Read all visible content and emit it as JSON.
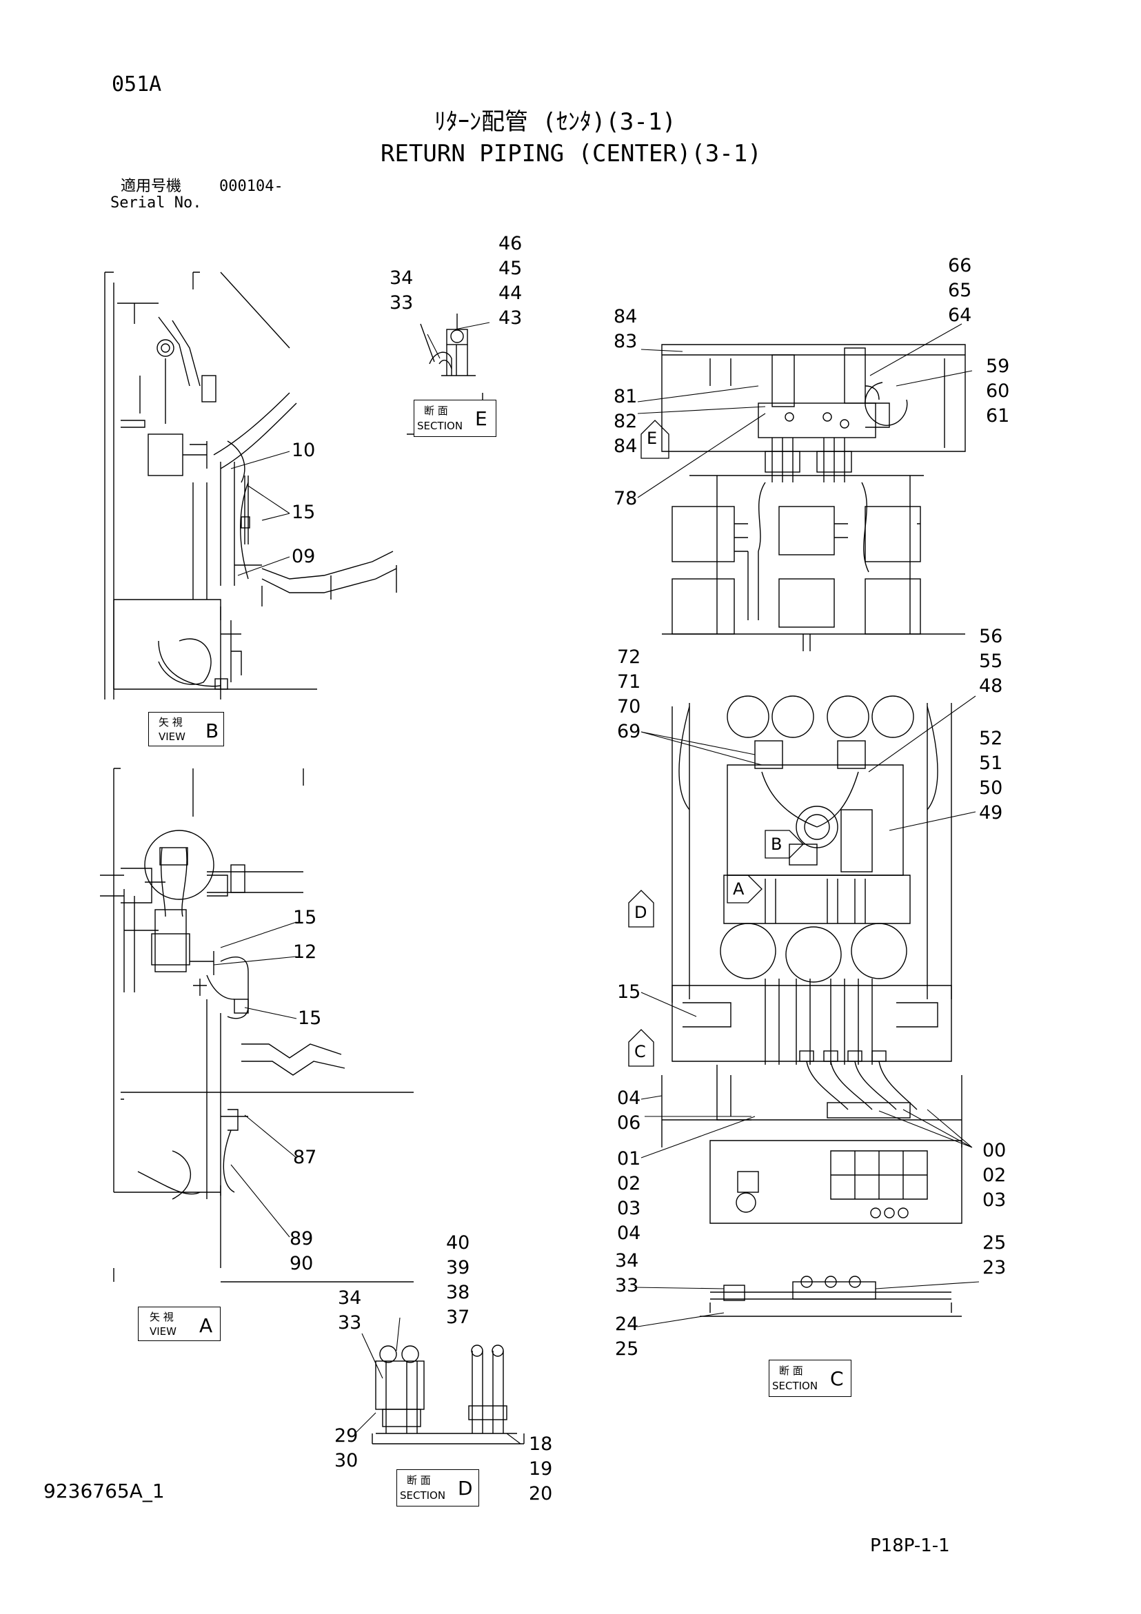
{
  "header": {
    "page_code": "051A",
    "title_jp": "ﾘﾀｰﾝ配管 (ｾﾝﾀ)(3-1)",
    "title_en": "RETURN PIPING (CENTER)(3-1)",
    "serial_label_jp": "適用号機",
    "serial_value": "000104-",
    "serial_label_en": "Serial No."
  },
  "footer": {
    "doc_number": "9236765A_1",
    "page_ref": "P18P-1-1"
  },
  "views": {
    "section_e": {
      "jp": "断 面",
      "en": "SECTION",
      "letter": "E"
    },
    "view_b": {
      "jp": "矢 視",
      "en": "VIEW",
      "letter": "B"
    },
    "view_a": {
      "jp": "矢 視",
      "en": "VIEW",
      "letter": "A"
    },
    "section_d": {
      "jp": "断 面",
      "en": "SECTION",
      "letter": "D"
    },
    "section_c": {
      "jp": "断 面",
      "en": "SECTION",
      "letter": "C"
    }
  },
  "arrow_markers": [
    "E",
    "B",
    "A",
    "D",
    "C"
  ],
  "callouts": [
    {
      "id": "c46",
      "text": "46"
    },
    {
      "id": "c45",
      "text": "45"
    },
    {
      "id": "c44",
      "text": "44"
    },
    {
      "id": "c43",
      "text": "43"
    },
    {
      "id": "c34a",
      "text": "34"
    },
    {
      "id": "c33a",
      "text": "33"
    },
    {
      "id": "c66",
      "text": "66"
    },
    {
      "id": "c65",
      "text": "65"
    },
    {
      "id": "c64",
      "text": "64"
    },
    {
      "id": "c84a",
      "text": "84"
    },
    {
      "id": "c83",
      "text": "83"
    },
    {
      "id": "c59",
      "text": "59"
    },
    {
      "id": "c60",
      "text": "60"
    },
    {
      "id": "c61",
      "text": "61"
    },
    {
      "id": "c81",
      "text": "81"
    },
    {
      "id": "c82",
      "text": "82"
    },
    {
      "id": "c84b",
      "text": "84"
    },
    {
      "id": "c78",
      "text": "78"
    },
    {
      "id": "c10",
      "text": "10"
    },
    {
      "id": "c15a",
      "text": "15"
    },
    {
      "id": "c09",
      "text": "09"
    },
    {
      "id": "c56",
      "text": "56"
    },
    {
      "id": "c55",
      "text": "55"
    },
    {
      "id": "c48",
      "text": "48"
    },
    {
      "id": "c72",
      "text": "72"
    },
    {
      "id": "c71",
      "text": "71"
    },
    {
      "id": "c70",
      "text": "70"
    },
    {
      "id": "c69",
      "text": "69"
    },
    {
      "id": "c52",
      "text": "52"
    },
    {
      "id": "c51",
      "text": "51"
    },
    {
      "id": "c50",
      "text": "50"
    },
    {
      "id": "c49",
      "text": "49"
    },
    {
      "id": "c15b",
      "text": "15"
    },
    {
      "id": "c12",
      "text": "12"
    },
    {
      "id": "c15c",
      "text": "15"
    },
    {
      "id": "c15d",
      "text": "15"
    },
    {
      "id": "c04a",
      "text": "04"
    },
    {
      "id": "c06",
      "text": "06"
    },
    {
      "id": "c01",
      "text": "01"
    },
    {
      "id": "c02a",
      "text": "02"
    },
    {
      "id": "c03a",
      "text": "03"
    },
    {
      "id": "c04b",
      "text": "04"
    },
    {
      "id": "c00",
      "text": "00"
    },
    {
      "id": "c02b",
      "text": "02"
    },
    {
      "id": "c03b",
      "text": "03"
    },
    {
      "id": "c87",
      "text": "87"
    },
    {
      "id": "c89",
      "text": "89"
    },
    {
      "id": "c90",
      "text": "90"
    },
    {
      "id": "c40",
      "text": "40"
    },
    {
      "id": "c39",
      "text": "39"
    },
    {
      "id": "c38",
      "text": "38"
    },
    {
      "id": "c37",
      "text": "37"
    },
    {
      "id": "c34b",
      "text": "34"
    },
    {
      "id": "c33b",
      "text": "33"
    },
    {
      "id": "c25a",
      "text": "25"
    },
    {
      "id": "c23",
      "text": "23"
    },
    {
      "id": "c34c",
      "text": "34"
    },
    {
      "id": "c33c",
      "text": "33"
    },
    {
      "id": "c24",
      "text": "24"
    },
    {
      "id": "c25b",
      "text": "25"
    },
    {
      "id": "c29",
      "text": "29"
    },
    {
      "id": "c30",
      "text": "30"
    },
    {
      "id": "c18",
      "text": "18"
    },
    {
      "id": "c19",
      "text": "19"
    },
    {
      "id": "c20",
      "text": "20"
    }
  ]
}
